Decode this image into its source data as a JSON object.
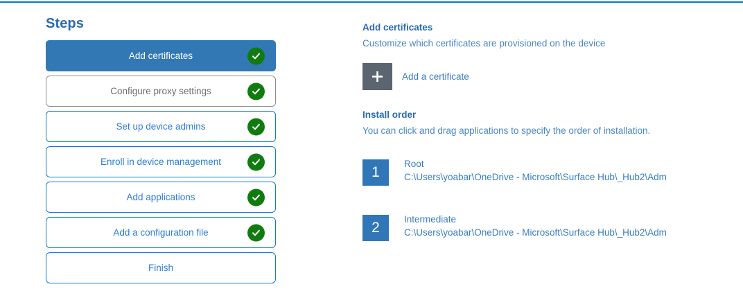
{
  "accent_color": "#0078d4",
  "active_step_color": "#3178b5",
  "check_color": "#107c10",
  "badge_color": "#3177b8",
  "tile_color": "#5a6570",
  "steps": {
    "title": "Steps",
    "items": [
      {
        "label": "Add certificates",
        "state": "active",
        "completed": true
      },
      {
        "label": "Configure proxy settings",
        "state": "muted",
        "completed": true
      },
      {
        "label": "Set up device admins",
        "state": "default",
        "completed": true
      },
      {
        "label": "Enroll in device management",
        "state": "default",
        "completed": true
      },
      {
        "label": "Add applications",
        "state": "default",
        "completed": true
      },
      {
        "label": "Add a configuration file",
        "state": "default",
        "completed": true
      },
      {
        "label": "Finish",
        "state": "default",
        "completed": false
      }
    ]
  },
  "detail": {
    "heading": "Add certificates",
    "subheading": "Customize which certificates are provisioned on the device",
    "add_certificate_label": "Add a certificate",
    "add_icon": "plus-icon",
    "install_order": {
      "heading": "Install order",
      "subheading": "You can click and drag applications to specify the order of installation.",
      "items": [
        {
          "number": "1",
          "name": "Root",
          "path": "C:\\Users\\yoabar\\OneDrive - Microsoft\\Surface Hub\\_Hub2\\Adm"
        },
        {
          "number": "2",
          "name": "Intermediate",
          "path": "C:\\Users\\yoabar\\OneDrive - Microsoft\\Surface Hub\\_Hub2\\Adm"
        }
      ]
    }
  }
}
